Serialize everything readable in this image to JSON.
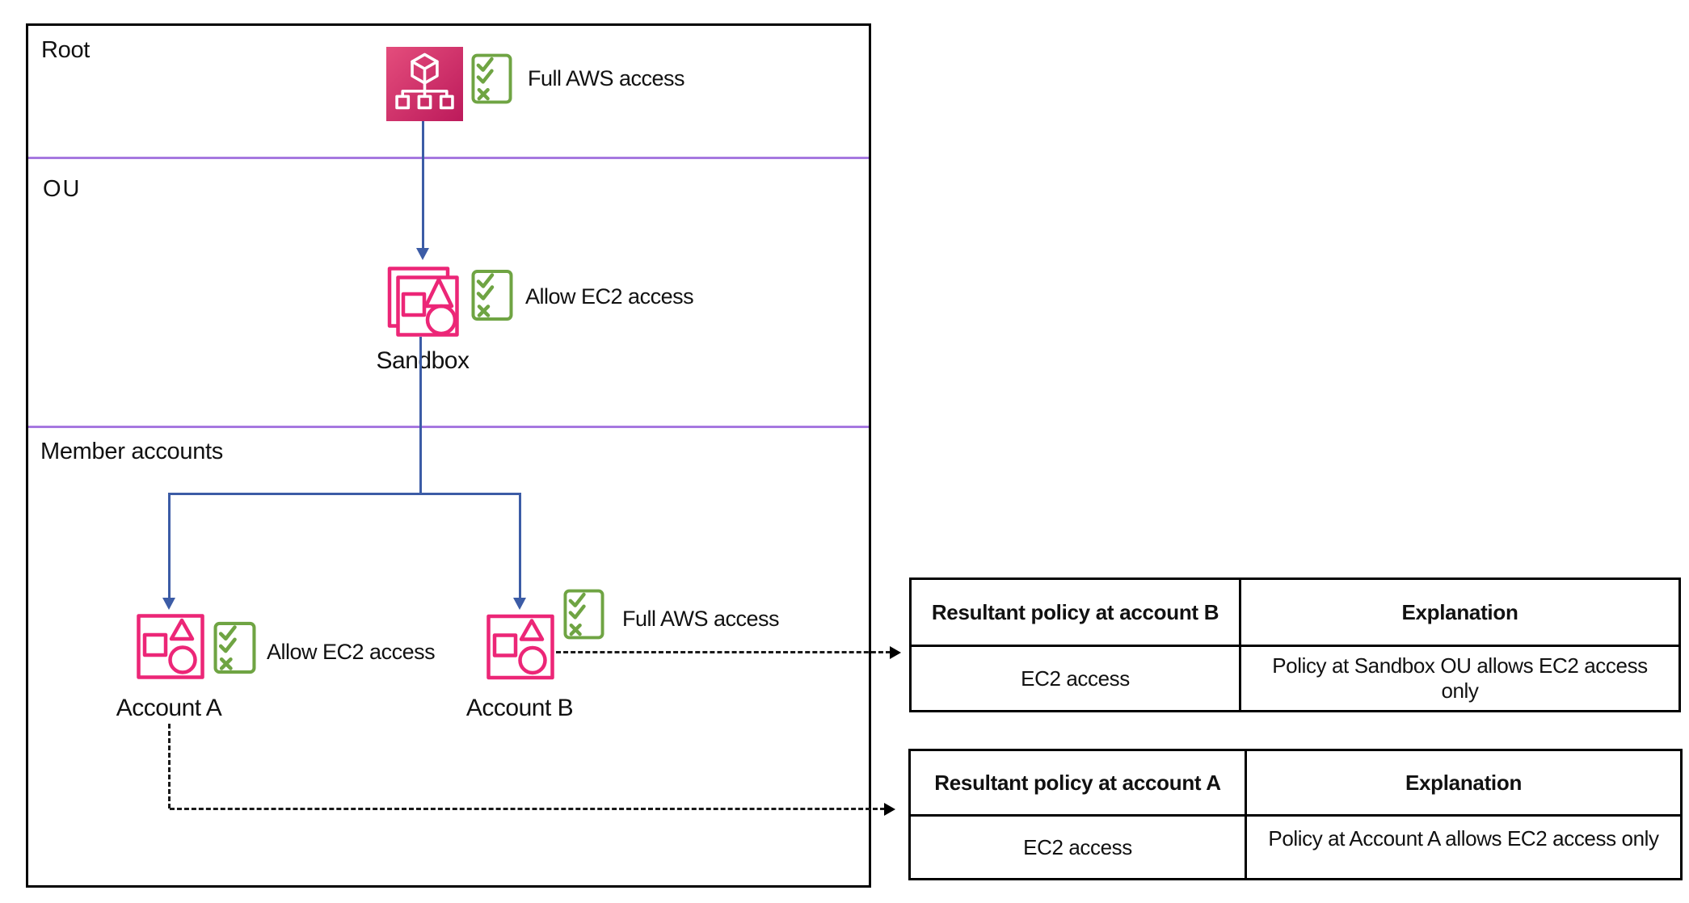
{
  "colors": {
    "magenta": "#EC2677",
    "magentaLight": "#E44D7C",
    "magentaDark": "#BC1A5B",
    "green": "#6FA443",
    "blue": "#3C5CA6",
    "purple": "#A678E0",
    "ink": "#111111"
  },
  "diagram": {
    "sections": [
      {
        "label": "Root"
      },
      {
        "label": "OU"
      },
      {
        "label": "Member accounts"
      }
    ],
    "nodes": {
      "root": {
        "icon": "organizations-icon",
        "policy": "Full AWS access"
      },
      "sandbox_ou": {
        "icon": "organizational-unit-icon",
        "name": "Sandbox",
        "policy": "Allow EC2 access"
      },
      "account_a": {
        "icon": "account-icon",
        "name": "Account A",
        "policy": "Allow EC2 access"
      },
      "account_b": {
        "icon": "account-icon",
        "name": "Account B",
        "policy": "Full AWS access"
      }
    },
    "policy_checklist_icon": "policy-checklist-icon"
  },
  "tables": [
    {
      "headers": [
        "Resultant policy at account B",
        "Explanation"
      ],
      "rows": [
        [
          "EC2 access",
          "Policy at Sandbox OU allows EC2 access only"
        ]
      ]
    },
    {
      "headers": [
        "Resultant policy at account A",
        "Explanation"
      ],
      "rows": [
        [
          "EC2 access",
          "Policy at Account A allows EC2 access only"
        ]
      ]
    }
  ]
}
